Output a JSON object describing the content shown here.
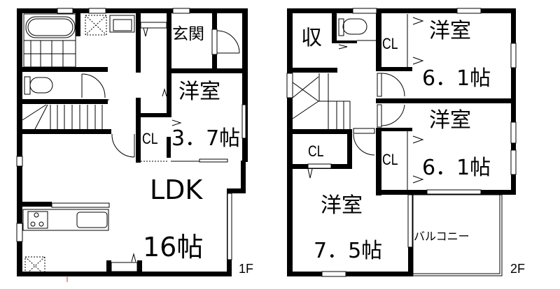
{
  "floors": [
    {
      "id": "1F",
      "label": "1F",
      "rooms": {
        "entrance": "玄関",
        "western_room": {
          "name": "洋室",
          "size": "3．7帖"
        },
        "closet": "CL",
        "ldk": {
          "name": "LDK",
          "size": "16帖"
        }
      }
    },
    {
      "id": "2F",
      "label": "2F",
      "rooms": {
        "storage": "収",
        "closet_1": "CL",
        "western_room_1": {
          "name": "洋室",
          "size": "6．1帖"
        },
        "closet_2": "CL",
        "western_room_2": {
          "name": "洋室",
          "size": "6．1帖"
        },
        "closet_3": "CL",
        "western_room_3": {
          "name": "洋室",
          "size": "7．5帖"
        },
        "balcony": "バルコニー"
      }
    }
  ]
}
